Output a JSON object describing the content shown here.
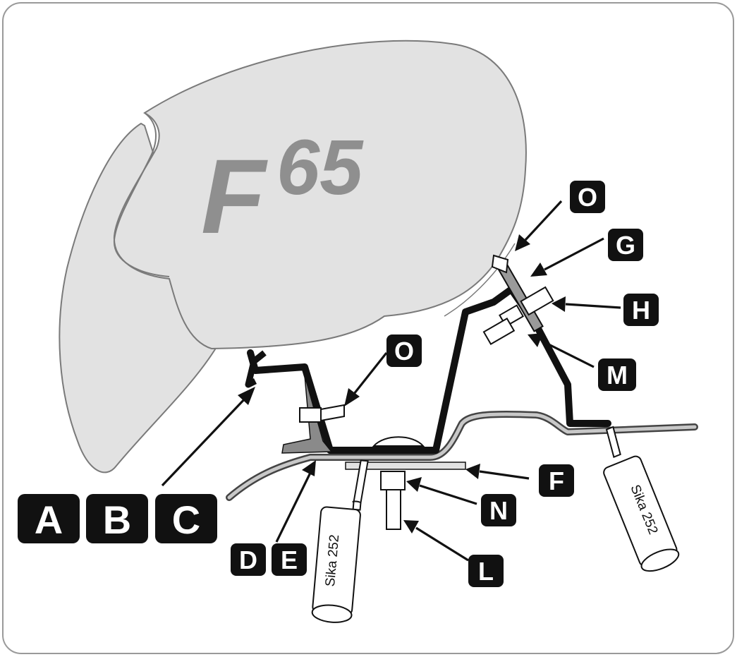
{
  "brand": {
    "prefix": "F",
    "model": "65"
  },
  "labels": {
    "a": "A",
    "b": "B",
    "c": "C",
    "d": "D",
    "e": "E",
    "f": "F",
    "g": "G",
    "h": "H",
    "l": "L",
    "m": "M",
    "n": "N",
    "o_top": "O",
    "o_mid": "O"
  },
  "sealant": {
    "left": "Sika 252",
    "right": "Sika 252"
  },
  "colors": {
    "frame_border": "#9a9a9a",
    "body_fill": "#e2e2e2",
    "body_stroke": "#7a7a7a",
    "brand_text": "#8f8f8f",
    "bracket": "#111111",
    "label_box": "#111111",
    "label_text": "#ffffff"
  }
}
